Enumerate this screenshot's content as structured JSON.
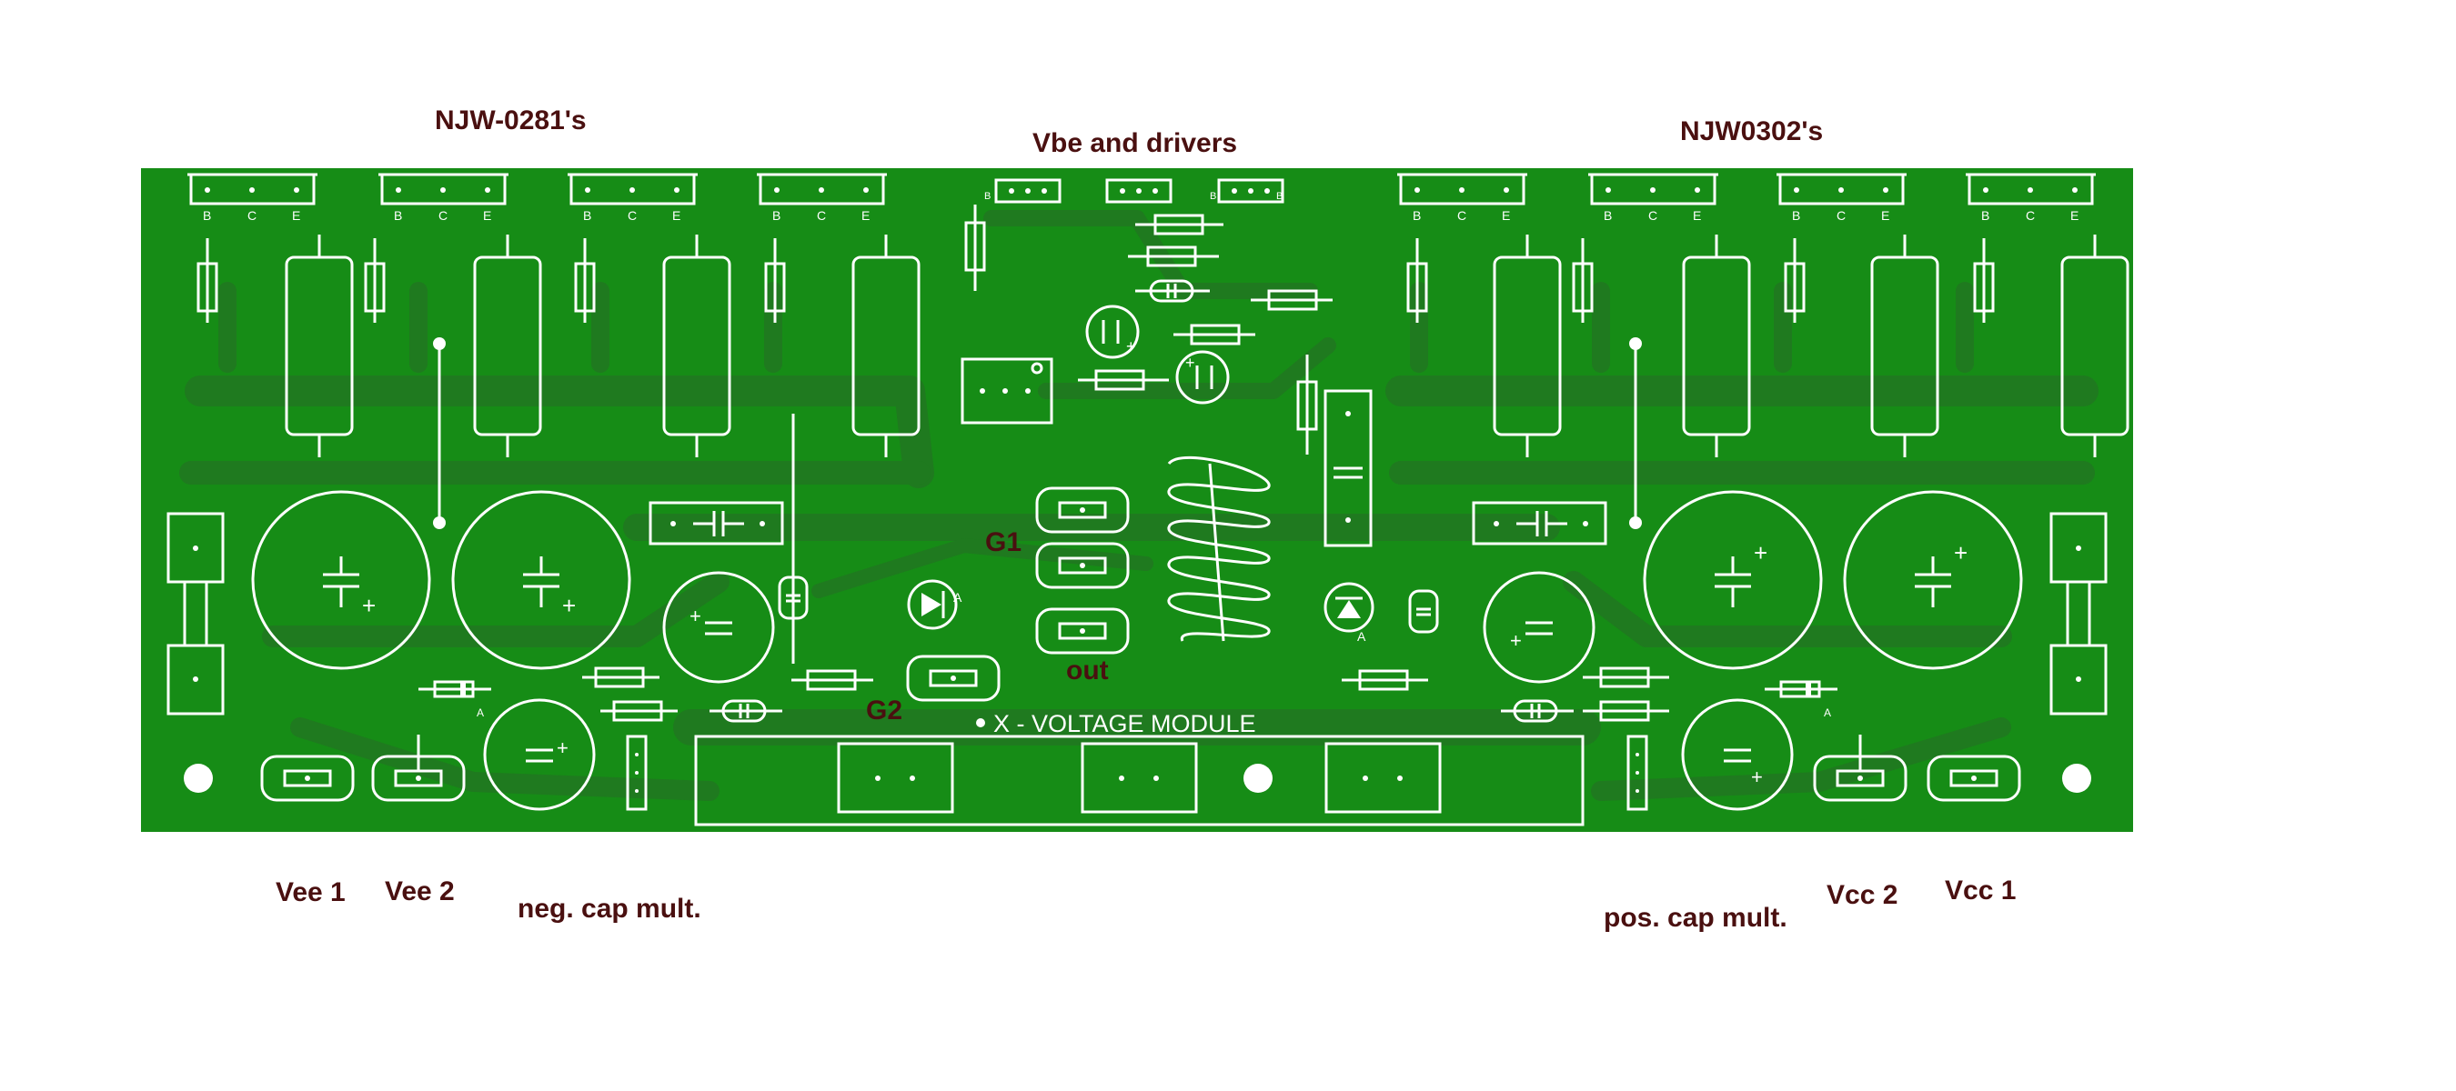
{
  "labels": {
    "njw0281": "NJW-0281's",
    "vbe_drivers": "Vbe and drivers",
    "njw0302": "NJW0302's",
    "g1": "G1",
    "g2": "G2",
    "out": "out",
    "vee1": "Vee 1",
    "vee2": "Vee 2",
    "neg_cap_mult": "neg. cap mult.",
    "pos_cap_mult": "pos. cap mult.",
    "vcc2": "Vcc 2",
    "vcc1": "Vcc 1"
  },
  "silkscreen": {
    "module_title": "X - VOLTAGE MODULE",
    "pin_b": "B",
    "pin_c": "C",
    "pin_e": "E",
    "pol_a": "A",
    "plus": "+"
  },
  "colors": {
    "board": "#168c16",
    "copper": "#1f7a1f",
    "silk": "#ffffff",
    "label": "#4a1010"
  }
}
